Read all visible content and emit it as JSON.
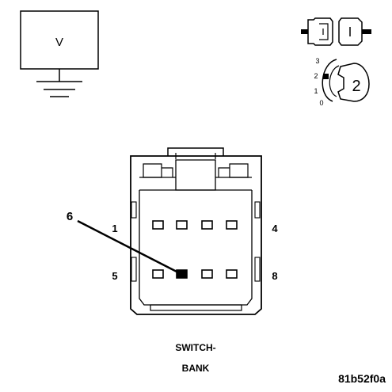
{
  "voltmeter": {
    "label": "V"
  },
  "probe_symbols": {
    "key_positions": [
      "3",
      "2",
      "1",
      "0"
    ],
    "probe_number": "2"
  },
  "connector": {
    "pin_labels": {
      "top_left": "1",
      "top_right": "4",
      "bottom_left": "5",
      "bottom_right": "8"
    },
    "callout": "6",
    "name_line1": "SWITCH-",
    "name_line2": "BANK"
  },
  "figure_id": "81b52f0a"
}
